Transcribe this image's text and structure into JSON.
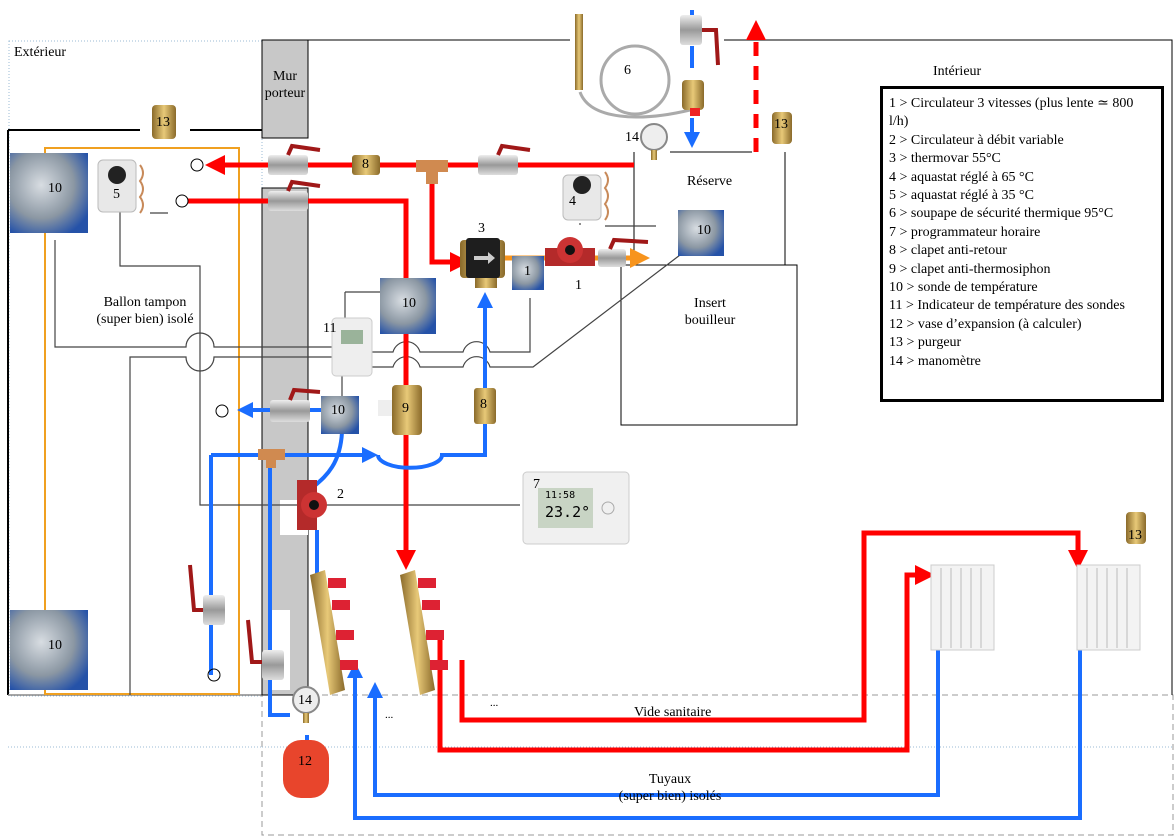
{
  "zones": {
    "exterior": "Extérieur",
    "interior": "Intérieur",
    "wall": [
      "Mur",
      "porteur"
    ],
    "crawlspace": "Vide sanitaire"
  },
  "components": {
    "buffer_tank": [
      "Ballon tampon",
      "(super bien) isolé"
    ],
    "reserve": "Réserve",
    "boiler_insert": [
      "Insert",
      "bouilleur"
    ],
    "pipes": [
      "Tuyaux",
      "(super bien) isolés"
    ],
    "ellipsis": "..."
  },
  "markers": {
    "m1": "1",
    "m2": "2",
    "m3": "3",
    "m4": "4",
    "m5": "5",
    "m6": "6",
    "m7": "7",
    "m8": "8",
    "m9": "9",
    "m10": "10",
    "m11": "11",
    "m12": "12",
    "m13": "13",
    "m14": "14"
  },
  "legend": {
    "items": [
      {
        "num": "1",
        "text": "Circulateur 3 vitesses (plus lente ≃ 800 l/h)"
      },
      {
        "num": "2",
        "text": "Circulateur à débit variable"
      },
      {
        "num": "3",
        "text": "thermovar 55°C"
      },
      {
        "num": "4",
        "text": "aquastat réglé à 65 °C"
      },
      {
        "num": "5",
        "text": "aquastat réglé à 35 °C"
      },
      {
        "num": "6",
        "text": "soupape de sécurité thermique 95°C"
      },
      {
        "num": "7",
        "text": "programmateur horaire"
      },
      {
        "num": "8",
        "text": "clapet anti-retour"
      },
      {
        "num": "9",
        "text": "clapet anti-thermosiphon"
      },
      {
        "num": "10",
        "text": "sonde de température"
      },
      {
        "num": "11",
        "text": "Indicateur de température des sondes"
      },
      {
        "num": "12",
        "text": "vase d’expansion (à calculer)"
      },
      {
        "num": "13",
        "text": "purgeur"
      },
      {
        "num": "14",
        "text": "manomètre"
      }
    ]
  },
  "programmer_display": {
    "time": "11:58",
    "temp": "23.2°"
  },
  "colors": {
    "hot": "#ff0000",
    "cold": "#1a6dff",
    "mixed": "#f7941d",
    "tank": "#f0a020",
    "wall": "#c8c8c8",
    "brass": "#c9a24a"
  }
}
